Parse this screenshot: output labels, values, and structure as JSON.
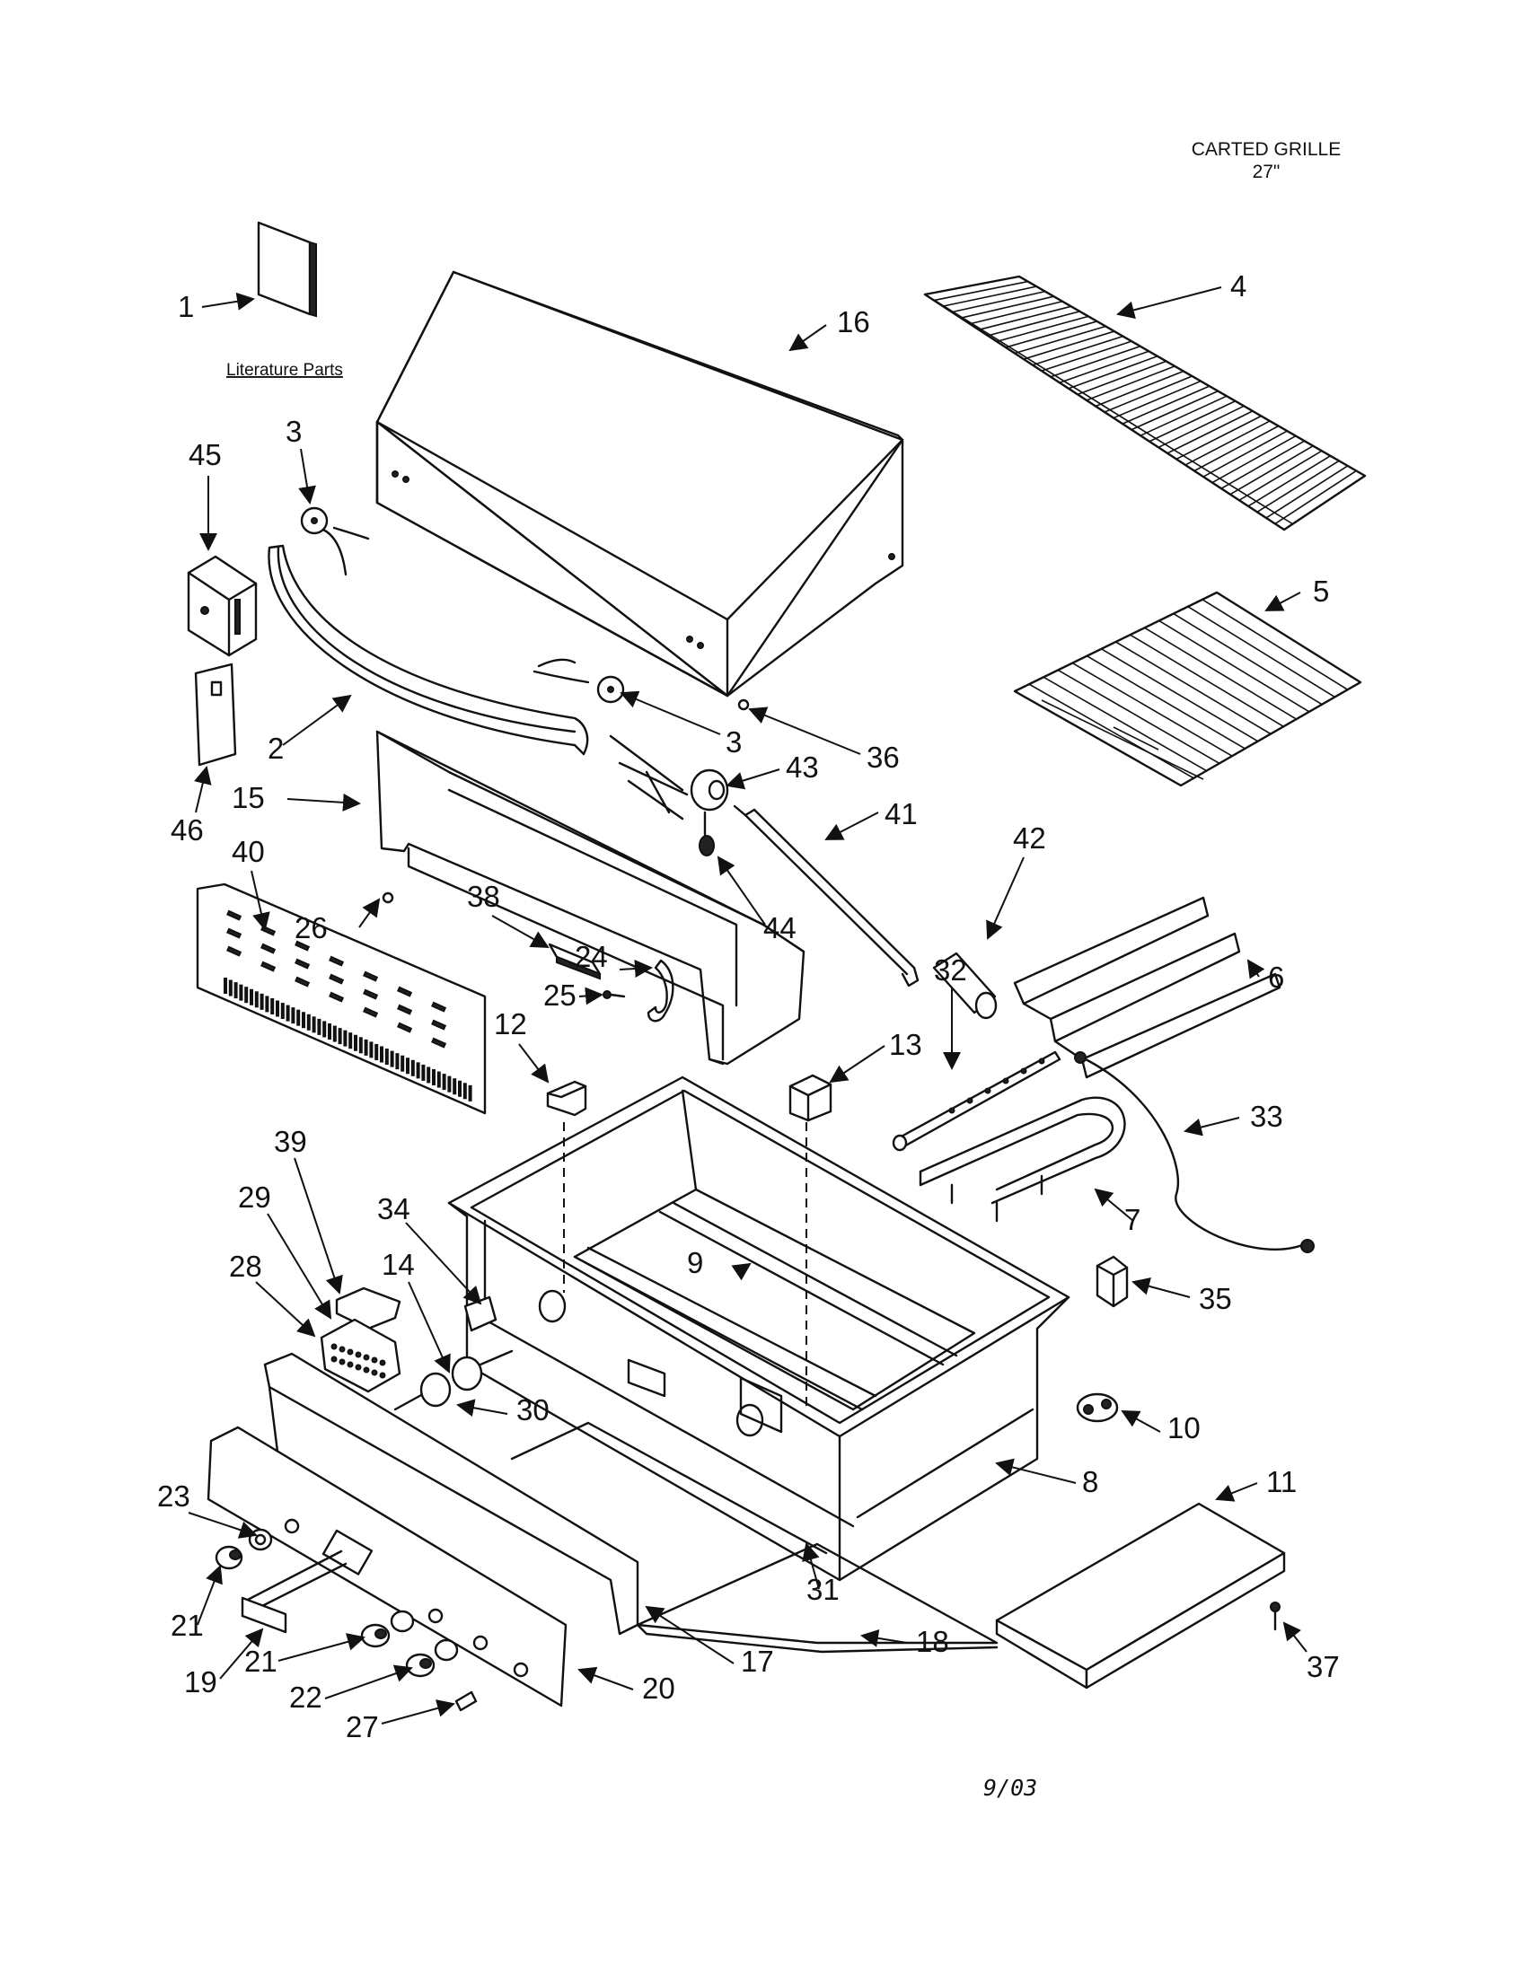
{
  "header": {
    "title_line1": "CARTED GRILLE",
    "title_line2": "27\""
  },
  "literature_label": "Literature Parts",
  "footer_date": "9/03",
  "callouts": [
    {
      "id": "c1",
      "text": "1"
    },
    {
      "id": "c4",
      "text": "4"
    },
    {
      "id": "c16",
      "text": "16"
    },
    {
      "id": "c3a",
      "text": "3"
    },
    {
      "id": "c45",
      "text": "45"
    },
    {
      "id": "c5",
      "text": "5"
    },
    {
      "id": "c2",
      "text": "2"
    },
    {
      "id": "c3b",
      "text": "3"
    },
    {
      "id": "c36",
      "text": "36"
    },
    {
      "id": "c15",
      "text": "15"
    },
    {
      "id": "c43",
      "text": "43"
    },
    {
      "id": "c46",
      "text": "46"
    },
    {
      "id": "c41",
      "text": "41"
    },
    {
      "id": "c40",
      "text": "40"
    },
    {
      "id": "c42",
      "text": "42"
    },
    {
      "id": "c26",
      "text": "26"
    },
    {
      "id": "c38",
      "text": "38"
    },
    {
      "id": "c44",
      "text": "44"
    },
    {
      "id": "c24",
      "text": "24"
    },
    {
      "id": "c6",
      "text": "6"
    },
    {
      "id": "c25",
      "text": "25"
    },
    {
      "id": "c32",
      "text": "32"
    },
    {
      "id": "c12",
      "text": "12"
    },
    {
      "id": "c13",
      "text": "13"
    },
    {
      "id": "c33",
      "text": "33"
    },
    {
      "id": "c39",
      "text": "39"
    },
    {
      "id": "c7",
      "text": "7"
    },
    {
      "id": "c29",
      "text": "29"
    },
    {
      "id": "c34",
      "text": "34"
    },
    {
      "id": "c28",
      "text": "28"
    },
    {
      "id": "c14",
      "text": "14"
    },
    {
      "id": "c9",
      "text": "9"
    },
    {
      "id": "c35",
      "text": "35"
    },
    {
      "id": "c30",
      "text": "30"
    },
    {
      "id": "c10",
      "text": "10"
    },
    {
      "id": "c8",
      "text": "8"
    },
    {
      "id": "c23",
      "text": "23"
    },
    {
      "id": "c11",
      "text": "11"
    },
    {
      "id": "c21a",
      "text": "21"
    },
    {
      "id": "c31",
      "text": "31"
    },
    {
      "id": "c19",
      "text": "19"
    },
    {
      "id": "c21b",
      "text": "21"
    },
    {
      "id": "c17",
      "text": "17"
    },
    {
      "id": "c18",
      "text": "18"
    },
    {
      "id": "c37",
      "text": "37"
    },
    {
      "id": "c22",
      "text": "22"
    },
    {
      "id": "c20",
      "text": "20"
    },
    {
      "id": "c27",
      "text": "27"
    }
  ]
}
